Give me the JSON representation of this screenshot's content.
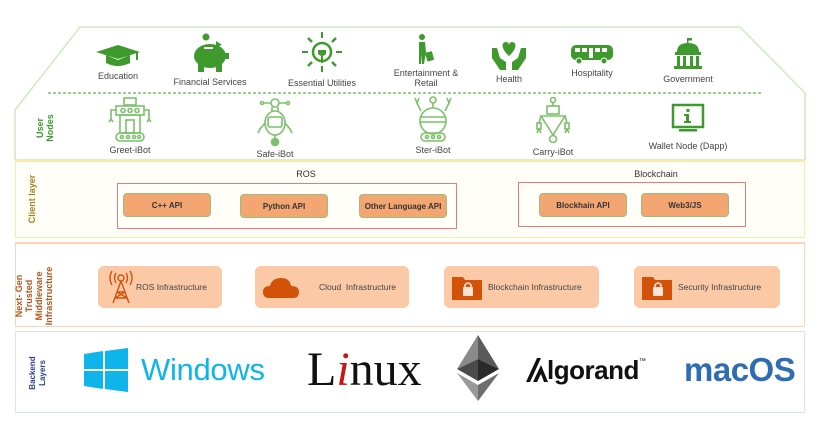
{
  "colors": {
    "green": "#3f9a2e",
    "light_green": "#7cc06a",
    "client_border": "#fde9a8",
    "middleware_border": "#fbd3b5",
    "backend_border": "#d6e6f6",
    "api_fill": "#f4a672",
    "infra_fill": "#fbc9a6",
    "infra_icon": "#d2520a",
    "windows_blue": "#0fb4ea",
    "macos_blue": "#2e6db4",
    "group_border": "#e87a7a"
  },
  "domains": [
    {
      "label": "Education",
      "icon": "graduation-cap-icon"
    },
    {
      "label": "Financial Services",
      "icon": "piggy-bank-icon"
    },
    {
      "label": "Essential Utilities",
      "icon": "lightbulb-plug-icon"
    },
    {
      "label": "Entertainment & Retail",
      "icon": "traveler-luggage-icon"
    },
    {
      "label": "Health",
      "icon": "heart-hands-icon"
    },
    {
      "label": "Hospitality",
      "icon": "bus-icon"
    },
    {
      "label": "Government",
      "icon": "government-building-icon"
    }
  ],
  "user_nodes": {
    "label": "User Nodes",
    "items": [
      {
        "label": "Greet-iBot",
        "icon": "tracked-robot-icon"
      },
      {
        "label": "Safe-iBot",
        "icon": "round-robot-icon"
      },
      {
        "label": "Ster-iBot",
        "icon": "sphere-robot-icon"
      },
      {
        "label": "Carry-iBot",
        "icon": "triangle-robot-icon"
      },
      {
        "label": "Wallet Node (Dapp)",
        "icon": "info-monitor-icon"
      }
    ]
  },
  "client_layer": {
    "label": "Client layer",
    "groups": [
      {
        "title": "ROS",
        "items": [
          "C++ API",
          "Python API",
          "Other Language API"
        ]
      },
      {
        "title": "Blockchain",
        "items": [
          "Blockhain API",
          "Web3/JS"
        ]
      }
    ]
  },
  "middleware_layer": {
    "label": "Next- Gen Trusted Middleware Infrastructure",
    "items": [
      {
        "label": "ROS Infrastructure",
        "icon": "radio-tower-icon"
      },
      {
        "label": "Cloud  Infrastructure",
        "icon": "cloud-icon"
      },
      {
        "label": "Blockchain Infrastructure",
        "icon": "locked-folder-icon"
      },
      {
        "label": "Security Infrastructure",
        "icon": "locked-folder-icon"
      }
    ]
  },
  "backend_layer": {
    "label": "Backend Layers",
    "logos": [
      {
        "label": "Windows",
        "icon": "windows-logo-icon"
      },
      {
        "label": "Linux",
        "prefix": "L",
        "accent": "i",
        "suffix": "nux"
      },
      {
        "label": "Ethereum",
        "icon": "ethereum-logo-icon"
      },
      {
        "label": "lgorand",
        "trademark": "™",
        "icon": "algorand-logo-icon"
      },
      {
        "label": "macOS"
      }
    ]
  }
}
